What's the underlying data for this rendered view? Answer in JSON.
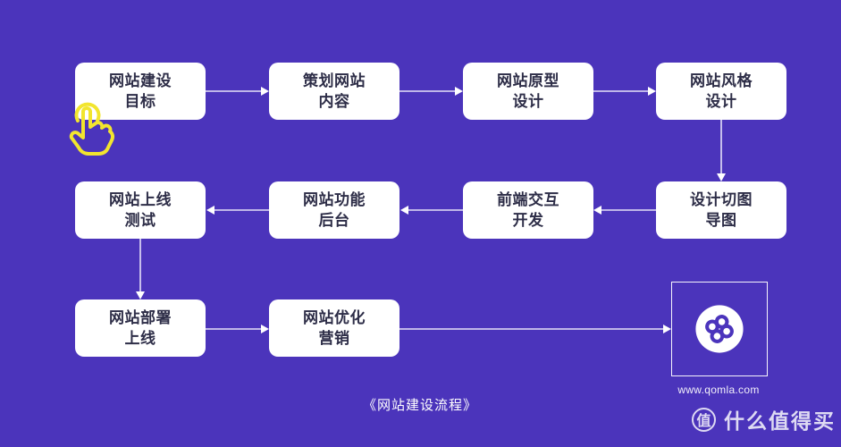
{
  "page": {
    "background_color": "#4B34BB",
    "caption": "《网站建设流程》"
  },
  "nodes": [
    {
      "id": "website-goal",
      "label": "网站建设\n目标"
    },
    {
      "id": "plan-content",
      "label": "策划网站\n内容"
    },
    {
      "id": "prototype-design",
      "label": "网站原型\n设计"
    },
    {
      "id": "style-design",
      "label": "网站风格\n设计"
    },
    {
      "id": "launch-testing",
      "label": "网站上线\n测试"
    },
    {
      "id": "function-backend",
      "label": "网站功能\n后台"
    },
    {
      "id": "frontend-dev",
      "label": "前端交互\n开发"
    },
    {
      "id": "design-slicing",
      "label": "设计切图\n导图"
    },
    {
      "id": "deploy-launch",
      "label": "网站部署\n上线"
    },
    {
      "id": "optimize-marketing",
      "label": "网站优化\n营销"
    }
  ],
  "branding": {
    "site_url": "www.qomla.com",
    "logo_icon": "qomla-clover-logo"
  },
  "cursor": {
    "icon": "tap-hand-cursor",
    "color": "#F2E52E"
  },
  "watermark": {
    "icon_char": "值",
    "text": "什么值得买"
  }
}
